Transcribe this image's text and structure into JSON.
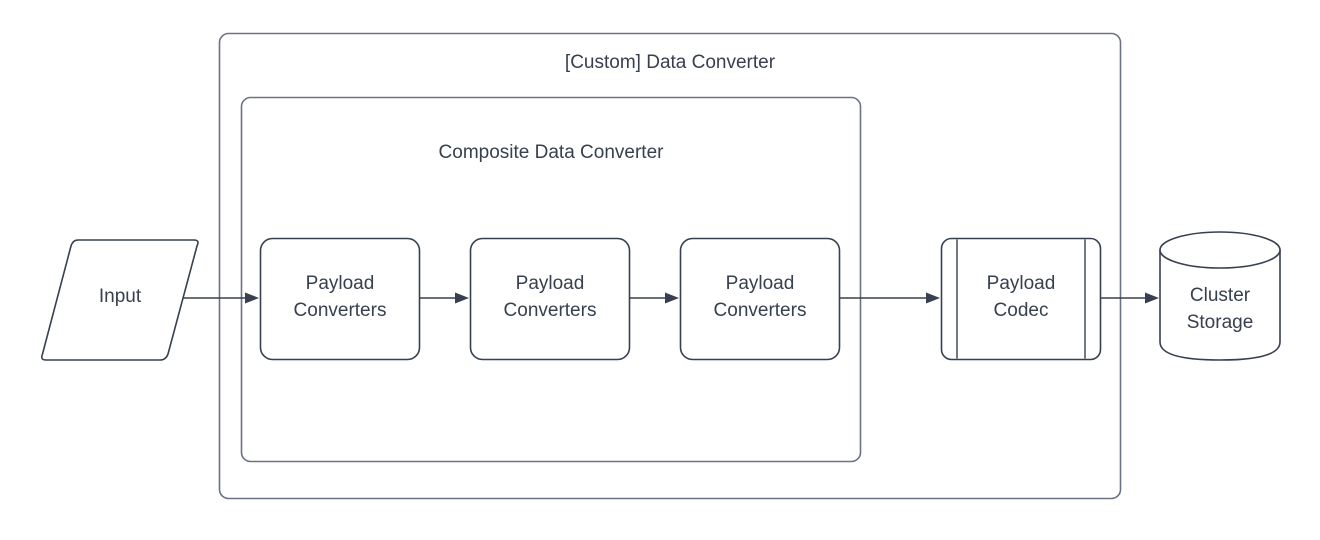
{
  "diagram": {
    "title": "[Custom] Data Converter",
    "background_color": "#ffffff",
    "stroke_color": "#37404f",
    "container_stroke_color": "#6a7385",
    "text_color": "#37404f"
  },
  "containers": {
    "outer": {
      "label": "[Custom] Data Converter",
      "shape": "rounded-rectangle"
    },
    "inner": {
      "label": "Composite Data Converter",
      "shape": "rounded-rectangle"
    }
  },
  "nodes": {
    "input": {
      "label": "Input",
      "shape": "parallelogram"
    },
    "converter_1": {
      "label_line_1": "Payload",
      "label_line_2": "Converters",
      "shape": "rounded-rectangle"
    },
    "converter_2": {
      "label_line_1": "Payload",
      "label_line_2": "Converters",
      "shape": "rounded-rectangle"
    },
    "converter_3": {
      "label_line_1": "Payload",
      "label_line_2": "Converters",
      "shape": "rounded-rectangle"
    },
    "payload_codec": {
      "label_line_1": "Payload",
      "label_line_2": "Codec",
      "shape": "subroutine"
    },
    "cluster_storage": {
      "label_line_1": "Cluster",
      "label_line_2": "Storage",
      "shape": "cylinder"
    }
  },
  "connectors": [
    {
      "name": "input-to-converter-1",
      "from": "input",
      "to": "converter_1",
      "arrow": "filled-triangle"
    },
    {
      "name": "converter-1-to-converter-2",
      "from": "converter_1",
      "to": "converter_2",
      "arrow": "filled-triangle"
    },
    {
      "name": "converter-2-to-converter-3",
      "from": "converter_2",
      "to": "converter_3",
      "arrow": "filled-triangle"
    },
    {
      "name": "converter-3-to-payload-codec",
      "from": "converter_3",
      "to": "payload_codec",
      "arrow": "filled-triangle"
    },
    {
      "name": "payload-codec-to-cluster-storage",
      "from": "payload_codec",
      "to": "cluster_storage",
      "arrow": "filled-triangle"
    }
  ]
}
